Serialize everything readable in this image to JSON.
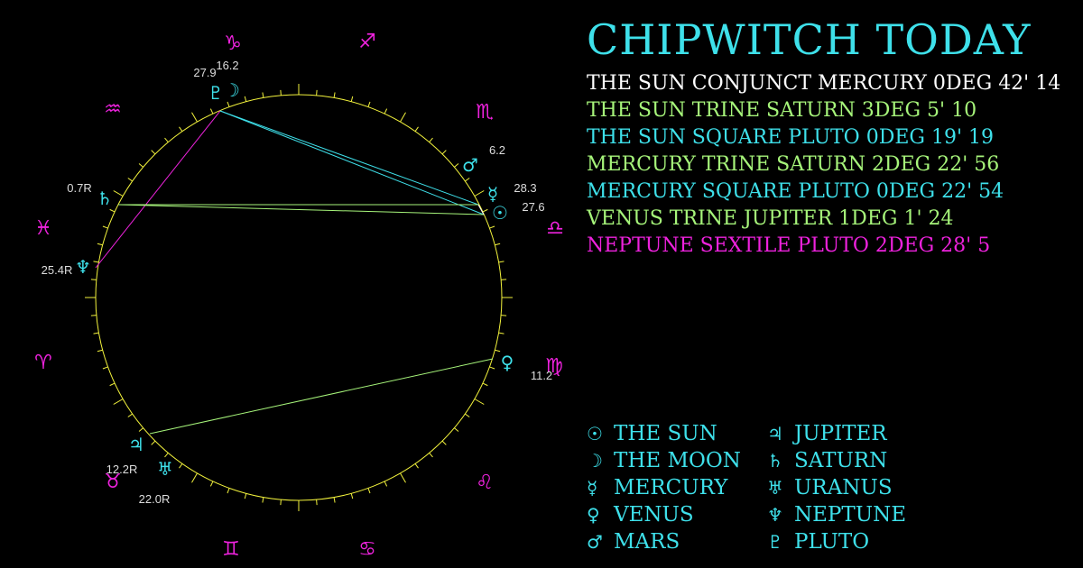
{
  "title": "CHIPWITCH TODAY",
  "colors": {
    "title": "#3ee0ea",
    "white": "#ffffff",
    "green": "#a6f47a",
    "cyan": "#3ee0ea",
    "magenta": "#ee22dd",
    "yellow": "#f2f23c",
    "label_grey": "#dddddd"
  },
  "aspects": [
    {
      "text": "THE SUN CONJUNCT MERCURY 0DEG 42' 14",
      "color": "#ffffff"
    },
    {
      "text": "THE SUN TRINE SATURN 3DEG 5' 10",
      "color": "#a6f47a"
    },
    {
      "text": "THE SUN SQUARE PLUTO 0DEG 19' 19",
      "color": "#3ee0ea"
    },
    {
      "text": "MERCURY TRINE SATURN 2DEG 22' 56",
      "color": "#a6f47a"
    },
    {
      "text": "MERCURY SQUARE PLUTO 0DEG 22' 54",
      "color": "#3ee0ea"
    },
    {
      "text": "VENUS TRINE JUPITER 1DEG 1' 24",
      "color": "#a6f47a"
    },
    {
      "text": "NEPTUNE SEXTILE PLUTO 2DEG 28' 5",
      "color": "#ee22dd"
    }
  ],
  "legend_left": [
    {
      "glyph": "☉",
      "label": "THE SUN",
      "icon": "sun-icon"
    },
    {
      "glyph": "☽",
      "label": "THE MOON",
      "icon": "moon-icon"
    },
    {
      "glyph": "☿",
      "label": "MERCURY",
      "icon": "mercury-icon"
    },
    {
      "glyph": "♀",
      "label": "VENUS",
      "icon": "venus-icon"
    },
    {
      "glyph": "♂",
      "label": "MARS",
      "icon": "mars-icon"
    }
  ],
  "legend_right": [
    {
      "glyph": "♃",
      "label": "JUPITER",
      "icon": "jupiter-icon"
    },
    {
      "glyph": "♄",
      "label": "SATURN",
      "icon": "saturn-icon"
    },
    {
      "glyph": "♅",
      "label": "URANUS",
      "icon": "uranus-icon"
    },
    {
      "glyph": "♆",
      "label": "NEPTUNE",
      "icon": "neptune-icon"
    },
    {
      "glyph": "♇",
      "label": "PLUTO",
      "icon": "pluto-icon"
    }
  ],
  "zodiac_signs": [
    {
      "glyph": "♑",
      "name": "capricorn"
    },
    {
      "glyph": "♐",
      "name": "sagittarius"
    },
    {
      "glyph": "♏",
      "name": "scorpio"
    },
    {
      "glyph": "♎",
      "name": "libra"
    },
    {
      "glyph": "♍",
      "name": "virgo"
    },
    {
      "glyph": "♌",
      "name": "leo"
    },
    {
      "glyph": "♋",
      "name": "cancer"
    },
    {
      "glyph": "♊",
      "name": "gemini"
    },
    {
      "glyph": "♉",
      "name": "taurus"
    },
    {
      "glyph": "♈",
      "name": "aries"
    },
    {
      "glyph": "♓",
      "name": "pisces"
    },
    {
      "glyph": "♒",
      "name": "aquarius"
    }
  ],
  "planets": [
    {
      "name": "pluto",
      "glyph": "♇",
      "degree": "27.9"
    },
    {
      "name": "moon",
      "glyph": "☽",
      "degree": "16.2"
    },
    {
      "name": "mars",
      "glyph": "♂",
      "degree": "6.2"
    },
    {
      "name": "mercury",
      "glyph": "☿",
      "degree": "28.3"
    },
    {
      "name": "sun",
      "glyph": "☉",
      "degree": "27.6"
    },
    {
      "name": "saturn",
      "glyph": "♄",
      "degree": "0.7R"
    },
    {
      "name": "neptune",
      "glyph": "♆",
      "degree": "25.4R"
    },
    {
      "name": "venus",
      "glyph": "♀",
      "degree": "11.2"
    },
    {
      "name": "jupiter",
      "glyph": "♃",
      "degree": "12.2R"
    },
    {
      "name": "uranus",
      "glyph": "♅",
      "degree": "22.0R"
    }
  ],
  "aspect_lines": [
    {
      "from": "pluto",
      "to": "neptune",
      "color": "#ee22dd"
    },
    {
      "from": "pluto",
      "to": "sun",
      "color": "#3ee0ea"
    },
    {
      "from": "pluto",
      "to": "mercury",
      "color": "#3ee0ea"
    },
    {
      "from": "saturn",
      "to": "sun",
      "color": "#a6f47a"
    },
    {
      "from": "saturn",
      "to": "mercury",
      "color": "#a6f47a"
    },
    {
      "from": "jupiter",
      "to": "venus",
      "color": "#a6f47a"
    },
    {
      "from": "sun",
      "to": "mercury",
      "color": "#ffffff"
    }
  ]
}
